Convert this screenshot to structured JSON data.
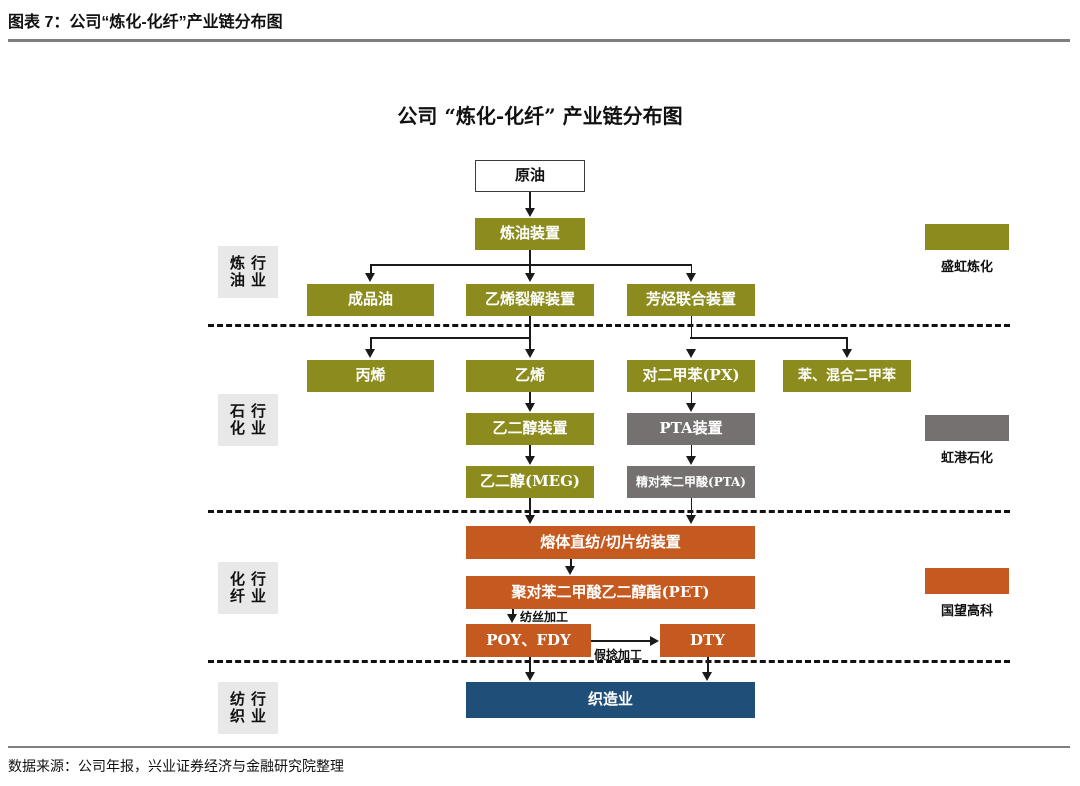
{
  "header": {
    "title": "图表 7：公司“炼化-化纤”产业链分布图"
  },
  "footer": {
    "source": "数据来源：公司年报，兴业证券经济与金融研究院整理"
  },
  "chart": {
    "title": "公司 “炼化-化纤” 产业链分布图",
    "type": "diagram",
    "colors": {
      "olive": "#8c8c1e",
      "gray": "#767171",
      "orange": "#c55a21",
      "blue": "#1f4e79",
      "white": "#ffffff",
      "line": "#1a1a1a",
      "rowlabel_bg": "#e8e8e8"
    }
  },
  "rows": [
    {
      "name": "refining",
      "label_left": "炼油",
      "label_right": "行业"
    },
    {
      "name": "petrochemical",
      "label_left": "石化",
      "label_right": "行业"
    },
    {
      "name": "chemfiber",
      "label_left": "化纤",
      "label_right": "行业"
    },
    {
      "name": "weaving",
      "label_left": "纺织",
      "label_right": "行业"
    }
  ],
  "nodes": {
    "crude_oil": "原油",
    "refinery_unit": "炼油装置",
    "refined_oil": "成品油",
    "ethylene_cracker": "乙烯裂解装置",
    "aromatics_complex": "芳烃联合装置",
    "propylene": "丙烯",
    "ethylene": "乙烯",
    "px": "对二甲苯(PX)",
    "benzene_mx": "苯、混合二甲苯",
    "meg_unit": "乙二醇装置",
    "pta_unit": "PTA装置",
    "meg": "乙二醇(MEG)",
    "pta": "精对苯二甲酸(PTA)",
    "spinning_unit": "熔体直纺/切片纺装置",
    "pet": "聚对苯二甲酸乙二醇酯(PET)",
    "poy_fdy": "POY、FDY",
    "dty": "DTY",
    "weaving": "织造业"
  },
  "edge_labels": {
    "spinning_process": "纺丝加工",
    "false_twist": "假捻加工"
  },
  "legend": [
    {
      "label": "盛虹炼化",
      "color": "#8c8c1e"
    },
    {
      "label": "虹港石化",
      "color": "#767171"
    },
    {
      "label": "国望高科",
      "color": "#c55a21"
    }
  ]
}
